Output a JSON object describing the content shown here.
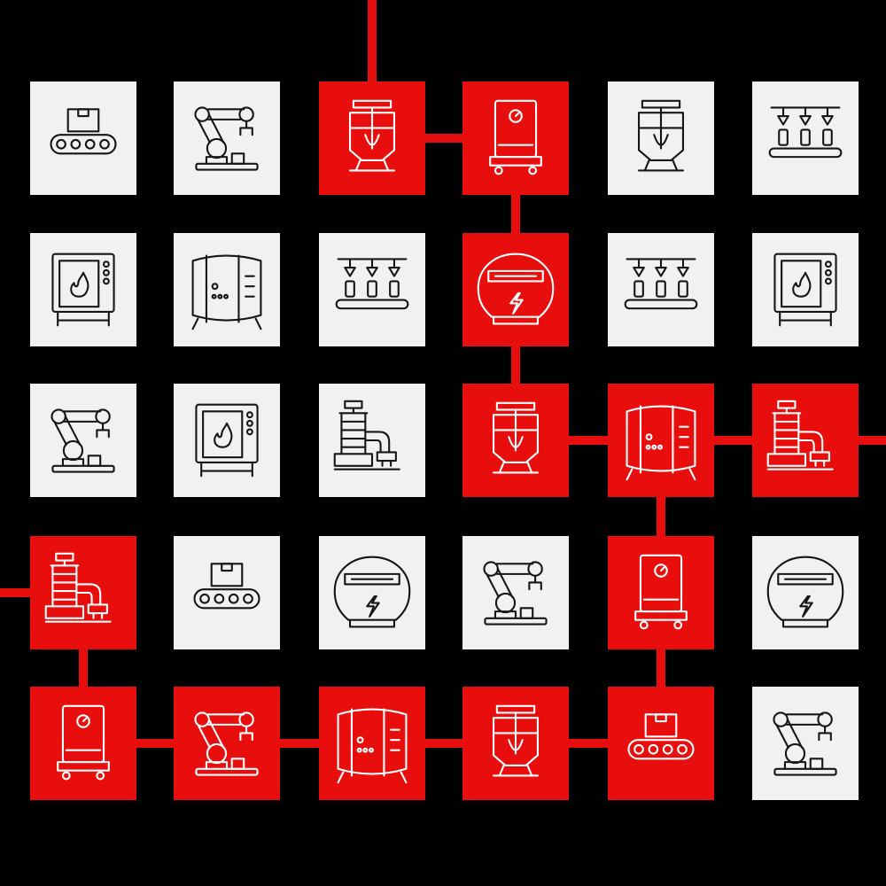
{
  "colors": {
    "background": "#000000",
    "tile_light": "#f1f1f1",
    "tile_active": "#e80e0e",
    "line_dark": "#161616",
    "line_light": "#ffffff",
    "path": "#e80e0e"
  },
  "grid": {
    "columns": 6,
    "rows": 5,
    "tiles": [
      [
        {
          "icon": "conveyor-belt-icon",
          "active": false
        },
        {
          "icon": "robotic-arm-icon",
          "active": false
        },
        {
          "icon": "mixer-tank-icon",
          "active": true
        },
        {
          "icon": "water-heater-icon",
          "active": true
        },
        {
          "icon": "mixer-tank-icon",
          "active": false
        },
        {
          "icon": "filling-line-icon",
          "active": false
        }
      ],
      [
        {
          "icon": "industrial-oven-icon",
          "active": false
        },
        {
          "icon": "storage-tank-icon",
          "active": false
        },
        {
          "icon": "filling-line-icon",
          "active": false
        },
        {
          "icon": "electric-meter-icon",
          "active": true
        },
        {
          "icon": "filling-line-icon",
          "active": false
        },
        {
          "icon": "industrial-oven-icon",
          "active": false
        }
      ],
      [
        {
          "icon": "robotic-arm-icon",
          "active": false
        },
        {
          "icon": "industrial-oven-icon",
          "active": false
        },
        {
          "icon": "pump-icon",
          "active": false
        },
        {
          "icon": "mixer-tank-icon",
          "active": true
        },
        {
          "icon": "storage-tank-icon",
          "active": true
        },
        {
          "icon": "pump-icon",
          "active": true
        }
      ],
      [
        {
          "icon": "pump-icon",
          "active": true
        },
        {
          "icon": "conveyor-belt-icon",
          "active": false
        },
        {
          "icon": "electric-meter-icon",
          "active": false
        },
        {
          "icon": "robotic-arm-icon",
          "active": false
        },
        {
          "icon": "water-heater-icon",
          "active": true
        },
        {
          "icon": "electric-meter-icon",
          "active": false
        }
      ],
      [
        {
          "icon": "water-heater-icon",
          "active": true
        },
        {
          "icon": "robotic-arm-icon",
          "active": true
        },
        {
          "icon": "storage-tank-icon",
          "active": true
        },
        {
          "icon": "mixer-tank-icon",
          "active": true
        },
        {
          "icon": "conveyor-belt-icon",
          "active": true
        },
        {
          "icon": "robotic-arm-icon",
          "active": false
        }
      ]
    ]
  },
  "connections": [
    {
      "from": "edge-top",
      "to": [
        0,
        2
      ]
    },
    {
      "from": [
        0,
        2
      ],
      "to": [
        0,
        3
      ]
    },
    {
      "from": [
        0,
        3
      ],
      "to": [
        1,
        3
      ]
    },
    {
      "from": [
        1,
        3
      ],
      "to": [
        2,
        3
      ]
    },
    {
      "from": [
        2,
        3
      ],
      "to": [
        2,
        4
      ]
    },
    {
      "from": [
        2,
        4
      ],
      "to": [
        2,
        5
      ]
    },
    {
      "from": [
        2,
        5
      ],
      "to": "edge-right"
    },
    {
      "from": [
        2,
        4
      ],
      "to": [
        3,
        4
      ]
    },
    {
      "from": [
        3,
        4
      ],
      "to": [
        4,
        4
      ]
    },
    {
      "from": "edge-left",
      "to": [
        3,
        0
      ]
    },
    {
      "from": [
        3,
        0
      ],
      "to": [
        4,
        0
      ]
    },
    {
      "from": [
        4,
        0
      ],
      "to": [
        4,
        1
      ]
    },
    {
      "from": [
        4,
        1
      ],
      "to": [
        4,
        2
      ]
    },
    {
      "from": [
        4,
        2
      ],
      "to": [
        4,
        3
      ]
    },
    {
      "from": [
        4,
        3
      ],
      "to": [
        4,
        4
      ]
    }
  ]
}
